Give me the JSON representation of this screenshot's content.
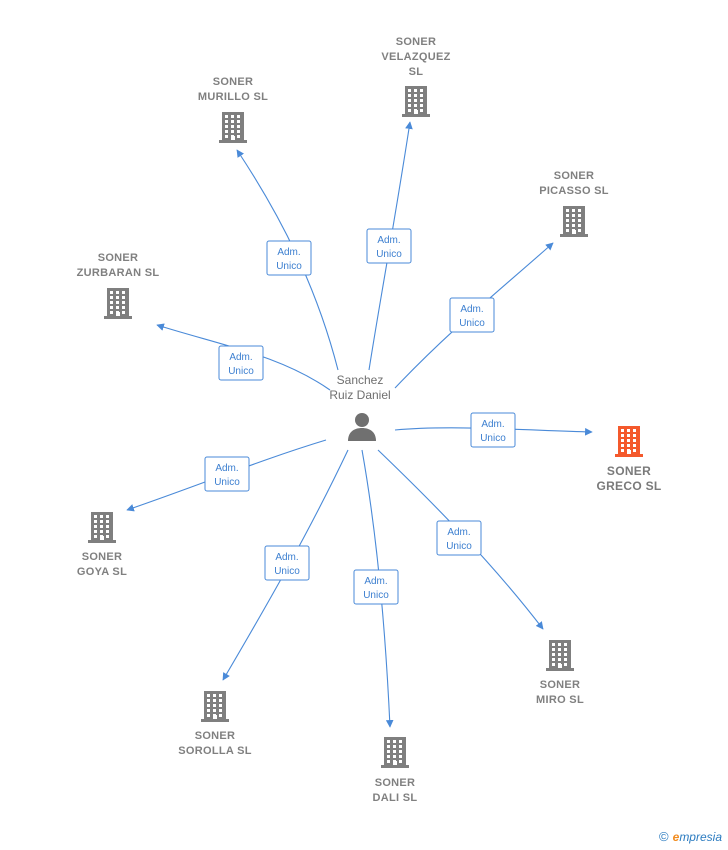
{
  "colors": {
    "edge": "#4a8ad8",
    "company": "#7f7f7f",
    "highlight": "#f4592c",
    "person": "#707070"
  },
  "person": {
    "name_line1": "Sanchez",
    "name_line2": "Ruiz Daniel",
    "icon": "person-icon"
  },
  "role_label": {
    "line1": "Adm.",
    "line2": "Unico"
  },
  "companies": [
    {
      "id": "velazquez",
      "lines": [
        "SONER",
        "VELAZQUEZ",
        "SL"
      ],
      "highlight": false
    },
    {
      "id": "murillo",
      "lines": [
        "SONER",
        "MURILLO  SL"
      ],
      "highlight": false
    },
    {
      "id": "picasso",
      "lines": [
        "SONER",
        "PICASSO  SL"
      ],
      "highlight": false
    },
    {
      "id": "zurbaran",
      "lines": [
        "SONER",
        "ZURBARAN  SL"
      ],
      "highlight": false
    },
    {
      "id": "greco",
      "lines": [
        "SONER",
        "GRECO  SL"
      ],
      "highlight": true
    },
    {
      "id": "goya",
      "lines": [
        "SONER",
        "GOYA  SL"
      ],
      "highlight": false
    },
    {
      "id": "miro",
      "lines": [
        "SONER",
        "MIRO  SL"
      ],
      "highlight": false
    },
    {
      "id": "sorolla",
      "lines": [
        "SONER",
        "SOROLLA  SL"
      ],
      "highlight": false
    },
    {
      "id": "dali",
      "lines": [
        "SONER",
        "DALI  SL"
      ],
      "highlight": false
    }
  ],
  "brand": {
    "copyright": "©",
    "first_letter": "e",
    "rest": "mpresia"
  }
}
